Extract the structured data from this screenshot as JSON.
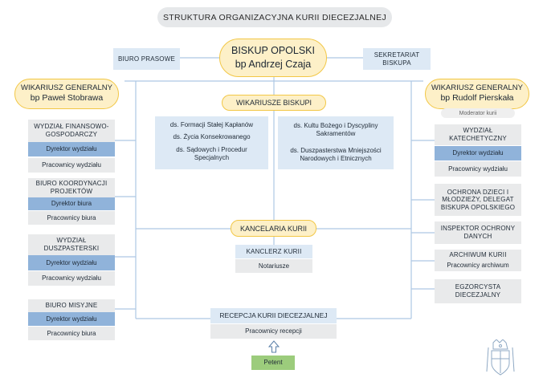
{
  "title": "STRUKTURA ORGANIZACYJNA KURII DIECEZJALNEJ",
  "biskup": {
    "line1": "BISKUP OPOLSKI",
    "line2": "bp Andrzej Czaja"
  },
  "biuro_prasowe": "BIURO PRASOWE",
  "sekretariat": "SEKRETARIAT BISKUPA",
  "wikariusz_left": {
    "role": "WIKARIUSZ GENERALNY",
    "name": "bp Paweł Stobrawa"
  },
  "wikariusz_right": {
    "role": "WIKARIUSZ GENERALNY",
    "name": "bp Rudolf Pierskała",
    "note": "Moderator kurii"
  },
  "wikariusze_biskupi": {
    "label": "WIKARIUSZE BISKUPI",
    "left": [
      "ds. Formacji Stałej Kapłanów",
      "ds. Życia Konsekrowanego",
      "ds. Sądowych i Procedur Specjalnych"
    ],
    "right": [
      "ds. Kultu Bożego i Dyscypliny Sakramentów",
      "ds. Duszpasterstwa Mniejszości Narodowych i Etnicznych"
    ]
  },
  "left_units": [
    {
      "name": "WYDZIAŁ FINANSOWO-GOSPODARCZY",
      "head": "Dyrektor wydziału",
      "staff": "Pracownicy wydziału"
    },
    {
      "name": "BIURO KOORDYNACJI PROJEKTÓW",
      "head": "Dyrektor biura",
      "staff": "Pracownicy biura"
    },
    {
      "name": "WYDZIAŁ DUSZPASTERSKI",
      "head": "Dyrektor wydziału",
      "staff": "Pracownicy wydziału"
    },
    {
      "name": "BIURO MISYJNE",
      "head": "Dyrektor wydziału",
      "staff": "Pracownicy biura"
    }
  ],
  "right_units": {
    "katechetyczny": {
      "name": "WYDZIAŁ KATECHETYCZNY",
      "head": "Dyrektor wydziału",
      "staff": "Pracownicy wydziału"
    },
    "ochrona": "OCHRONA DZIECI I MŁODZIEŻY, DELEGAT BISKUPA OPOLSKIEGO",
    "inspektor": "INSPEKTOR OCHRONY DANYCH",
    "archiwum": {
      "name": "ARCHIWUM KURII",
      "staff": "Pracownicy archiwum"
    },
    "egzorcysta": "EGZORCYSTA DIECEZJALNY"
  },
  "kancelaria": {
    "label": "KANCELARIA KURII",
    "kanclerz": "KANCLERZ KURII",
    "notariusze": "Notariusze"
  },
  "recepcja": {
    "label": "RECEPCJA KURII DIECEZJALNEJ",
    "staff": "Pracownicy recepcji"
  },
  "petent": "Petent",
  "colors": {
    "accent_pill": "#fdf0c8",
    "pill_border": "#f2c746",
    "light_blue": "#dde9f5",
    "mid_blue": "#90b3da",
    "grey": "#e9eaeb",
    "green": "#9ccc7c",
    "line": "#aec8e4"
  }
}
